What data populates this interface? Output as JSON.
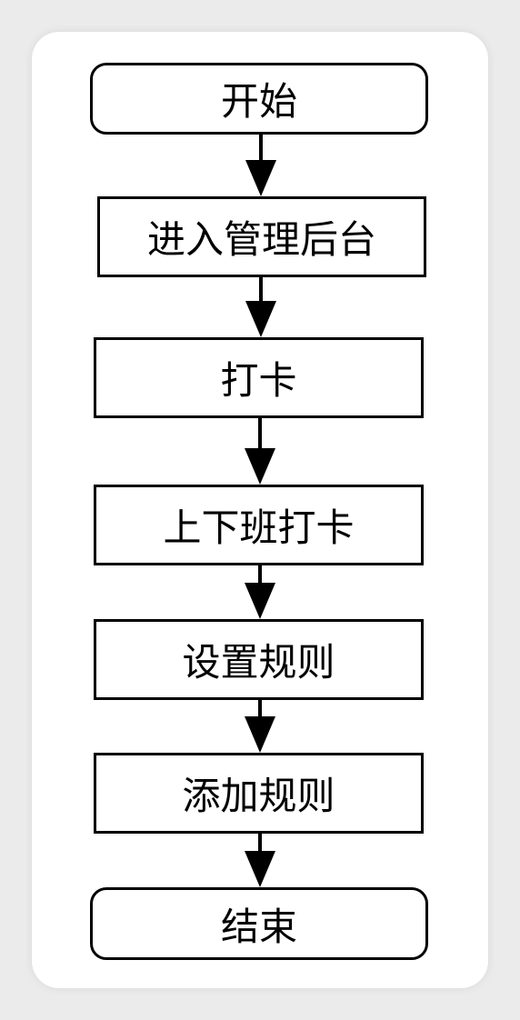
{
  "flowchart": {
    "nodes": [
      {
        "id": "start",
        "kind": "terminal",
        "label": "开始"
      },
      {
        "id": "enter-admin",
        "kind": "process",
        "label": "进入管理后台"
      },
      {
        "id": "clock-in",
        "kind": "process",
        "label": "打卡"
      },
      {
        "id": "commute-clock-in",
        "kind": "process",
        "label": "上下班打卡"
      },
      {
        "id": "set-rules",
        "kind": "process",
        "label": "设置规则"
      },
      {
        "id": "add-rules",
        "kind": "process",
        "label": "添加规则"
      },
      {
        "id": "end",
        "kind": "terminal",
        "label": "结束"
      }
    ],
    "edges": [
      {
        "from": "start",
        "to": "enter-admin"
      },
      {
        "from": "enter-admin",
        "to": "clock-in"
      },
      {
        "from": "clock-in",
        "to": "commute-clock-in"
      },
      {
        "from": "commute-clock-in",
        "to": "set-rules"
      },
      {
        "from": "set-rules",
        "to": "add-rules"
      },
      {
        "from": "add-rules",
        "to": "end"
      }
    ]
  }
}
